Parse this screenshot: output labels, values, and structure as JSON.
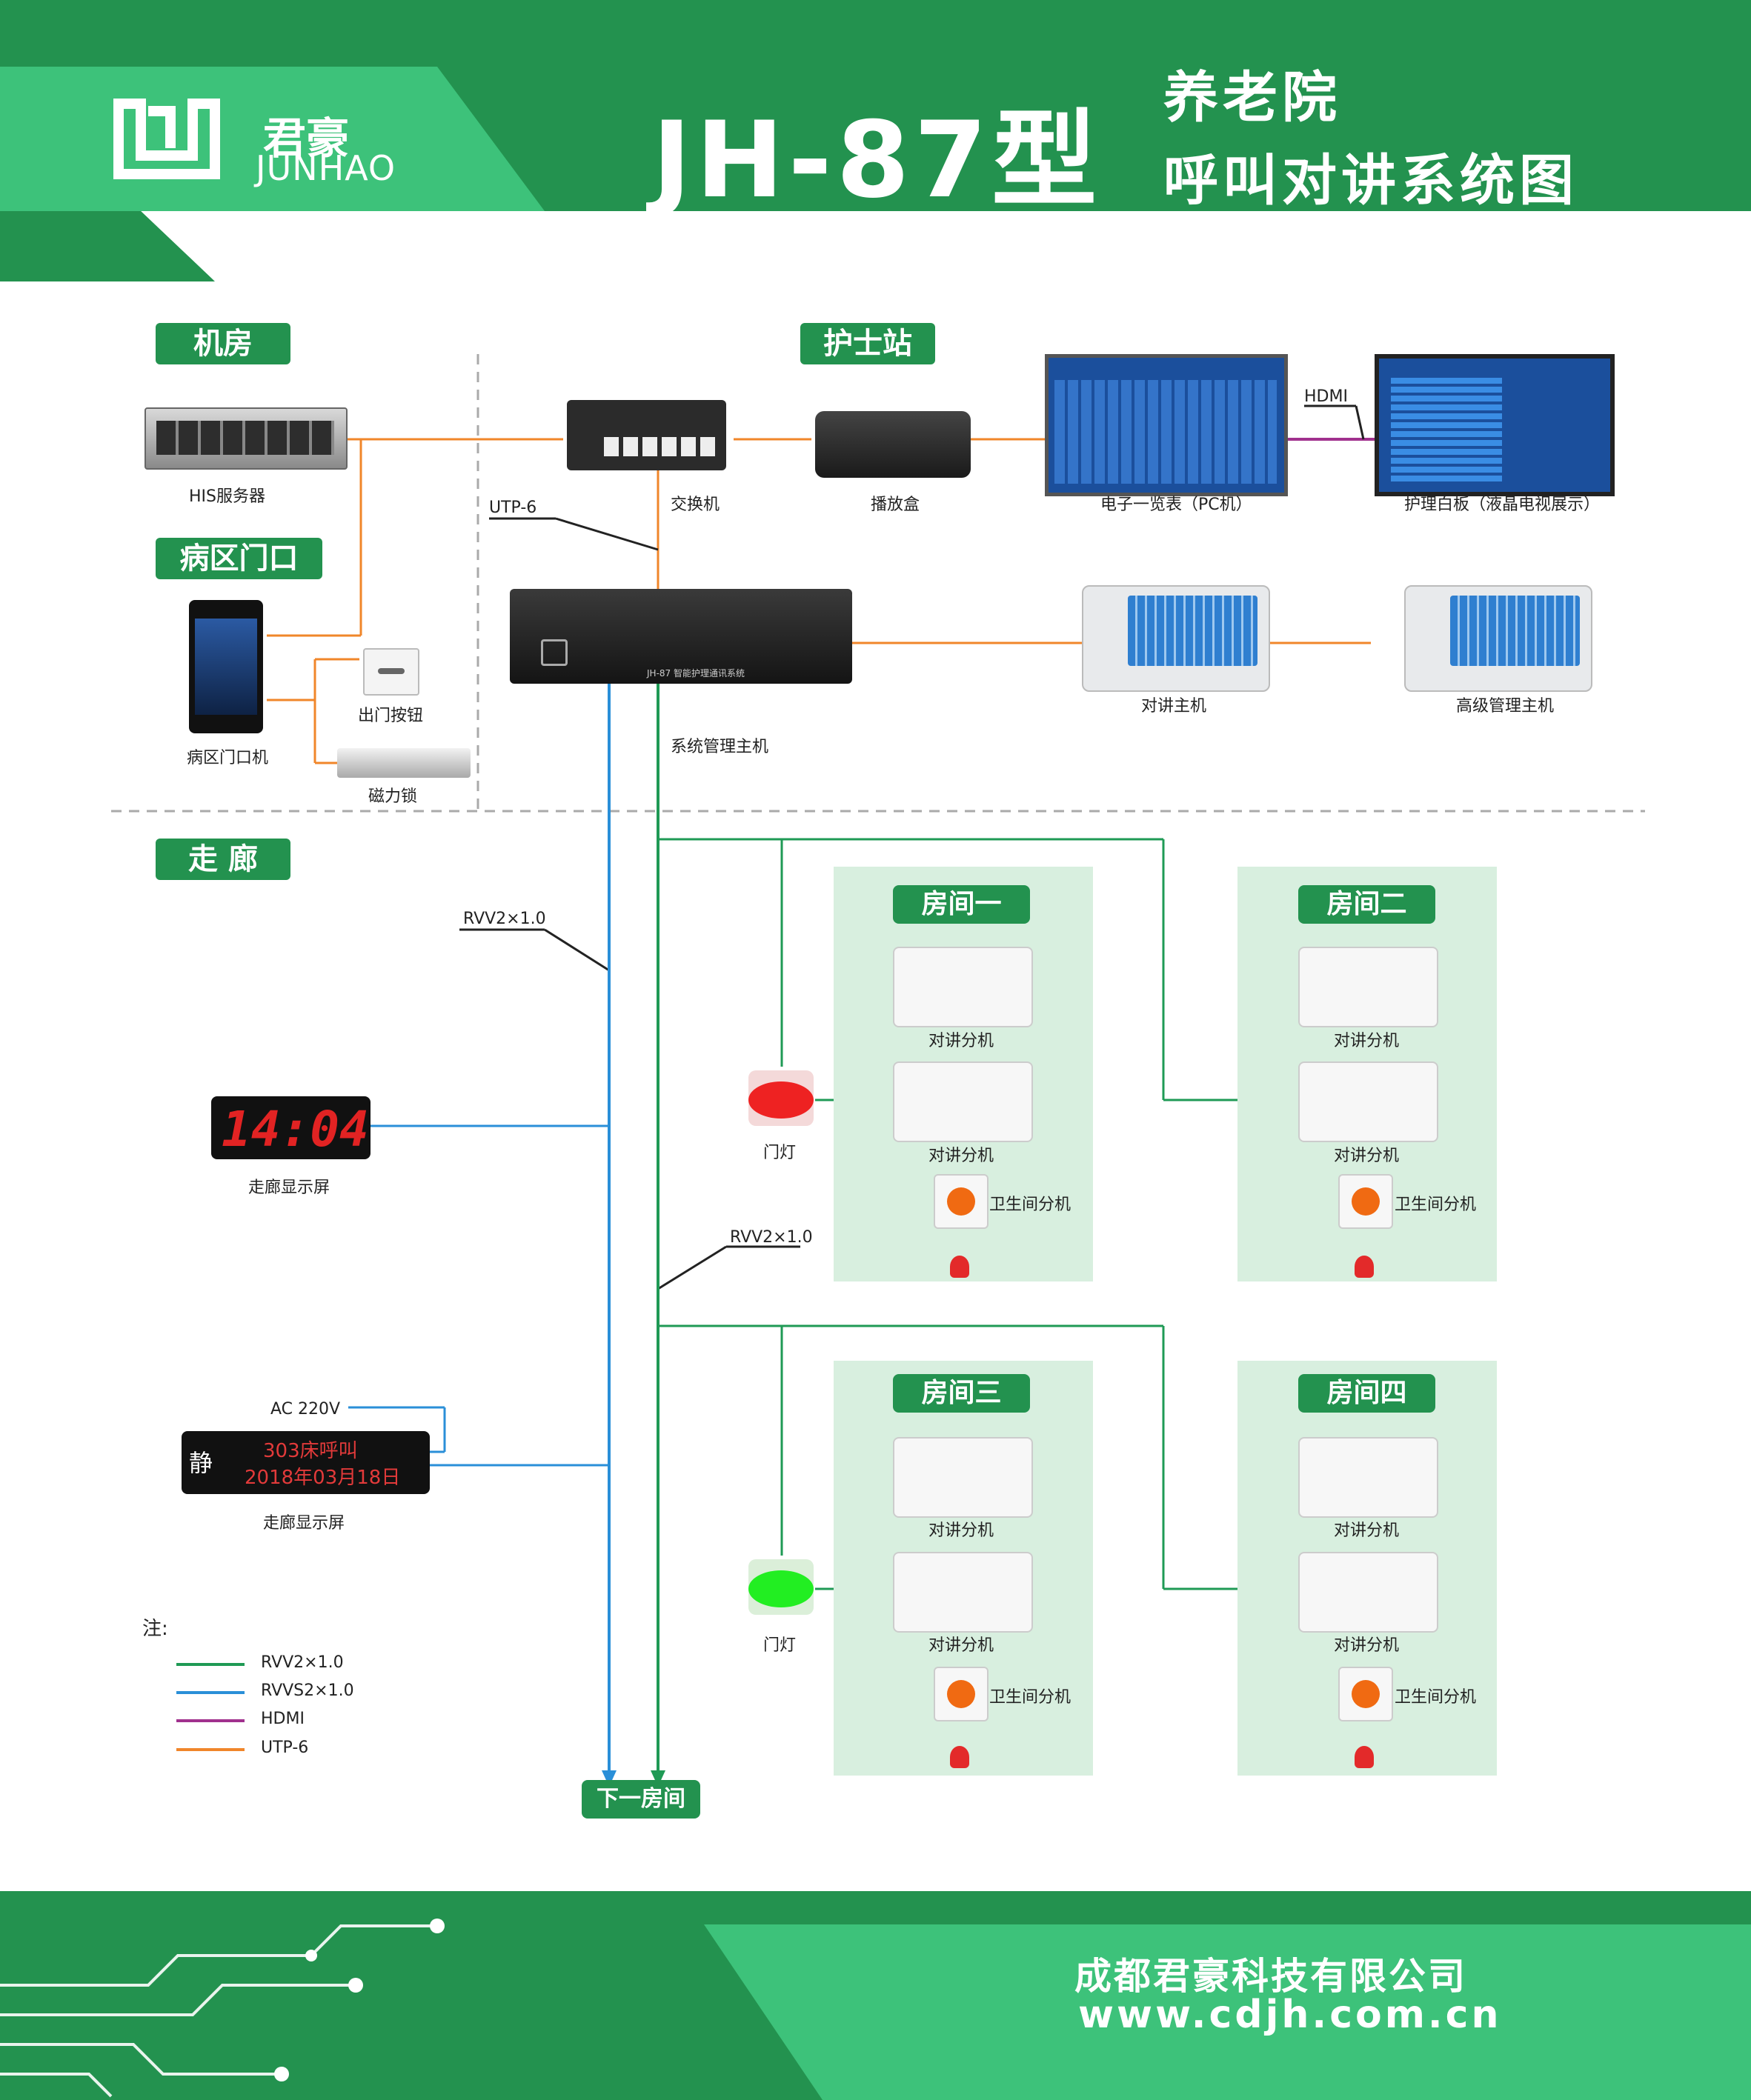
{
  "header": {
    "brand_cn": "君豪",
    "brand_en": "JUNHAO",
    "model": "JH-87型",
    "title_line1": "养老院",
    "title_line2": "呼叫对讲系统图"
  },
  "sections": {
    "machine_room": "机房",
    "nurse_station": "护士站",
    "ward_door": "病区门口",
    "corridor": "走 廊"
  },
  "devices": {
    "his_server": "HIS服务器",
    "switch": "交换机",
    "player_box": "播放盒",
    "e_list": "电子一览表（PC机）",
    "whiteboard": "护理白板（液晶电视展示）",
    "system_host": "系统管理主机",
    "system_host_plate": "JH-87 智能护理通讯系统",
    "intercom_host": "对讲主机",
    "advanced_host": "高级管理主机",
    "door_unit": "病区门口机",
    "exit_button": "出门按钮",
    "mag_lock": "磁力锁",
    "corridor_screen_1": "走廊显示屏",
    "corridor_screen_2": "走廊显示屏",
    "clock_time": "14:04",
    "next_room": "下一房间"
  },
  "cables": {
    "utp6": "UTP-6",
    "hdmi": "HDMI",
    "rvv_1": "RVV2×1.0",
    "rvv_2": "RVV2×1.0",
    "ac": "AC 220V"
  },
  "led_screen": {
    "quiet": "静",
    "line1": "303床呼叫",
    "line2": "2018年03月18日"
  },
  "rooms": [
    {
      "name": "房间一",
      "sub1": "对讲分机",
      "sub2": "对讲分机",
      "bath": "卫生间分机",
      "lamp": "门灯"
    },
    {
      "name": "房间二",
      "sub1": "对讲分机",
      "sub2": "对讲分机",
      "bath": "卫生间分机"
    },
    {
      "name": "房间三",
      "sub1": "对讲分机",
      "sub2": "对讲分机",
      "bath": "卫生间分机",
      "lamp": "门灯"
    },
    {
      "name": "房间四",
      "sub1": "对讲分机",
      "sub2": "对讲分机",
      "bath": "卫生间分机"
    }
  ],
  "legend": {
    "title": "注:",
    "items": [
      {
        "label": "RVV2×1.0",
        "color": "#1f9a55"
      },
      {
        "label": "RVVS2×1.0",
        "color": "#2a8fd8"
      },
      {
        "label": "HDMI",
        "color": "#a0318e"
      },
      {
        "label": "UTP-6",
        "color": "#f0862a"
      }
    ]
  },
  "footer": {
    "company": "成都君豪科技有限公司",
    "url": "www.cdjh.com.cn"
  },
  "colors": {
    "green": "#23924f",
    "light_green": "#3dc27a",
    "rvv": "#1f9a55",
    "rvvs": "#2a8fd8",
    "hdmi": "#a0318e",
    "utp": "#f0862a",
    "room_bg": "#d8efdf"
  }
}
